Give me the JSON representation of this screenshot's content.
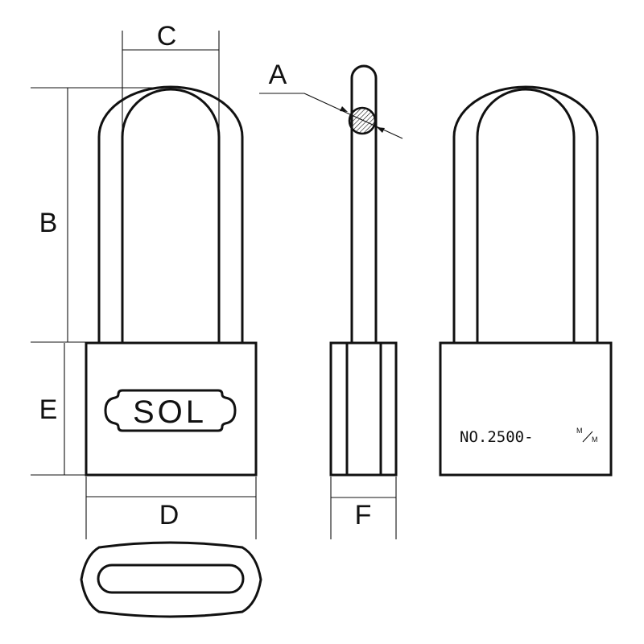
{
  "dimension_labels": {
    "a": "A",
    "b": "B",
    "c": "C",
    "d": "D",
    "e": "E",
    "f": "F"
  },
  "front_view": {
    "brand_text": "SOL"
  },
  "back_view": {
    "model_text": "NO.2500-",
    "unit_top": "M",
    "unit_bottom": "M"
  }
}
